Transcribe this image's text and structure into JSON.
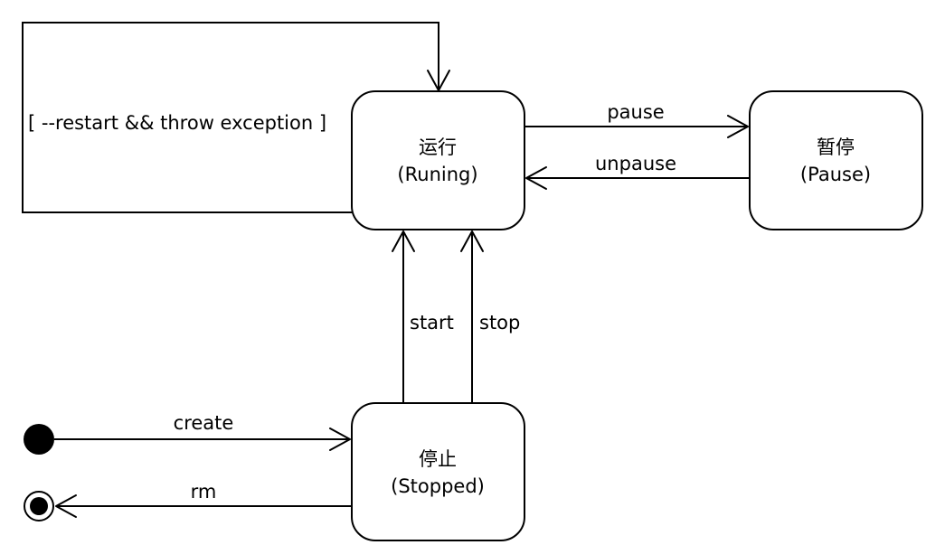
{
  "states": {
    "running": {
      "name_cn": "运行",
      "name_en": "(Runing)"
    },
    "pause": {
      "name_cn": "暂停",
      "name_en": "(Pause)"
    },
    "stopped": {
      "name_cn": "停止",
      "name_en": "(Stopped)"
    }
  },
  "transitions": {
    "restart_loop": "[ --restart && throw exception ]",
    "pause": "pause",
    "unpause": "unpause",
    "start": "start",
    "stop": "stop",
    "create": "create",
    "rm": "rm"
  }
}
